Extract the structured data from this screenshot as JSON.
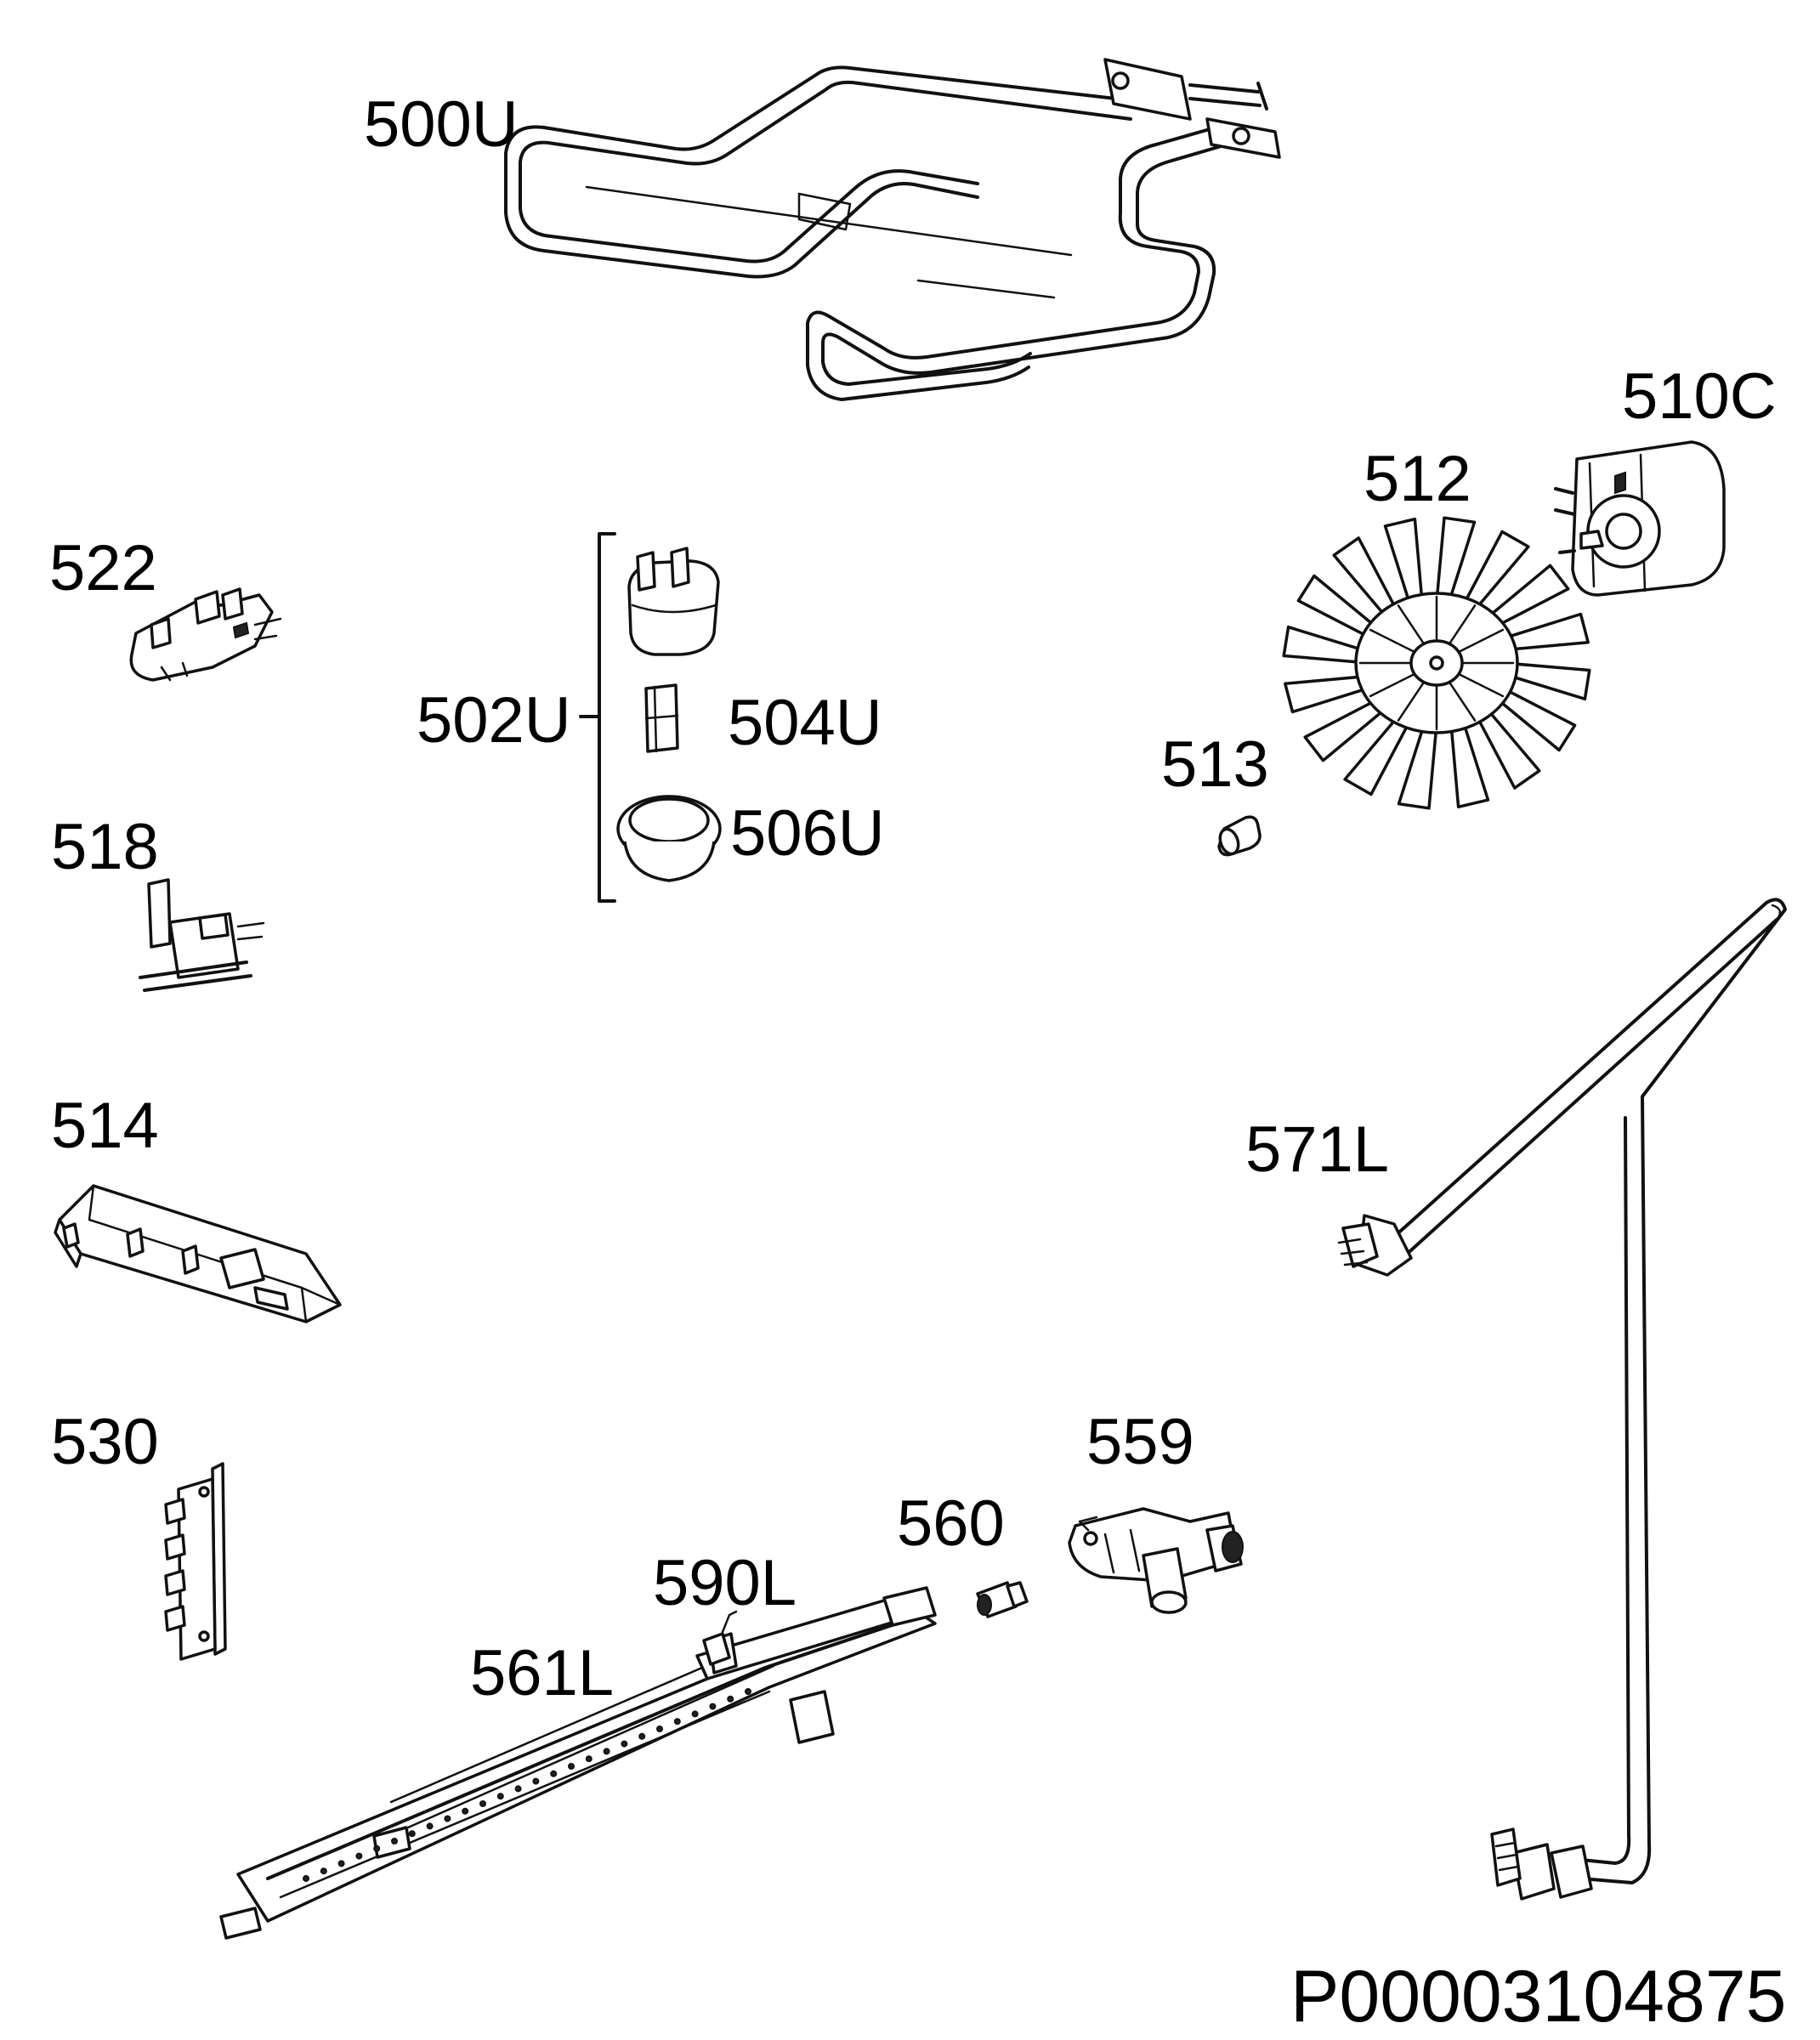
{
  "part_labels": {
    "p500U": "500U",
    "p510C": "510C",
    "p512": "512",
    "p522": "522",
    "p502U": "502U",
    "p504U": "504U",
    "p506U": "506U",
    "p513": "513",
    "p518": "518",
    "p514": "514",
    "p571L": "571L",
    "p530": "530",
    "p559": "559",
    "p560": "560",
    "p590L": "590L",
    "p561L": "561L"
  },
  "drawing_code": "P00003104875"
}
